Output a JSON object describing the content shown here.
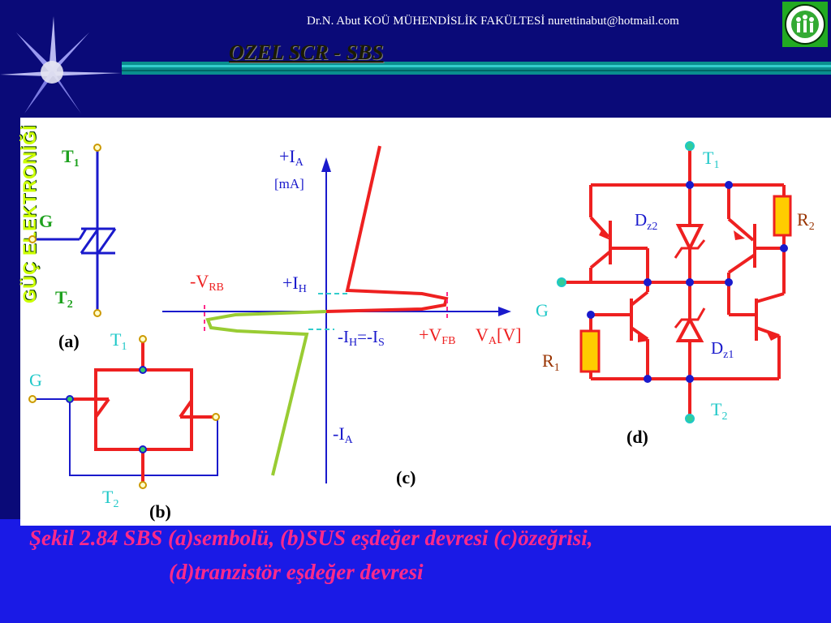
{
  "header": {
    "author_line": "Dr.N. Abut KOÜ MÜHENDİSLİK FAKÜLTESİ  nurettinabut@hotmail.com",
    "slide_title": "OZEL SCR   - SBS",
    "side_title": "GÜÇ ELEKTRONİĞİ"
  },
  "figure": {
    "a": {
      "label": "(a)",
      "t1": "T",
      "t1_sub": "1",
      "g": "G",
      "t2": "T",
      "t2_sub": "2"
    },
    "b": {
      "label": "(b)",
      "t1": "T",
      "t1_sub": "1",
      "g": "G",
      "t2": "T",
      "t2_sub": "2"
    },
    "c": {
      "label": "(c)",
      "ia_pos": "+I",
      "ia_pos_sub": "A",
      "ma": "[mA]",
      "ih_pos": "+I",
      "ih_pos_sub": "H",
      "vrb": "-V",
      "vrb_sub": "RB",
      "ih_neg": "-I",
      "ih_neg_sub": "H",
      "is_eq": "=-I",
      "is_sub": "S",
      "vfb": "+V",
      "vfb_sub": "FB",
      "va": "V",
      "va_sub": "A",
      "va_unit": "[V]",
      "ia_neg": "-I",
      "ia_neg_sub": "A"
    },
    "d": {
      "label": "(d)",
      "t1": "T",
      "t1_sub": "1",
      "g": "G",
      "t2": "T",
      "t2_sub": "2",
      "r1": "R",
      "r1_sub": "1",
      "r2": "R",
      "r2_sub": "2",
      "dz2": "D",
      "dz2_sub": "z2",
      "dz1": "D",
      "dz1_sub": "z1"
    }
  },
  "caption": {
    "line1": "Şekil 2.84 SBS (a)sembolü, (b)SUS eşdeğer devresi  (c)özeğrisi,",
    "line2": "(d)tranzistör eşdeğer devresi"
  },
  "colors": {
    "background": "#0a0a78",
    "panel": "#ffffff",
    "band": "#008080",
    "caption": "#ff2a8a",
    "label_green": "#1ea11e",
    "label_cyan": "#1ec8c8",
    "circuit_red": "#ee2020",
    "wire_blue": "#1a1acc",
    "curve_green": "#99cc33"
  }
}
